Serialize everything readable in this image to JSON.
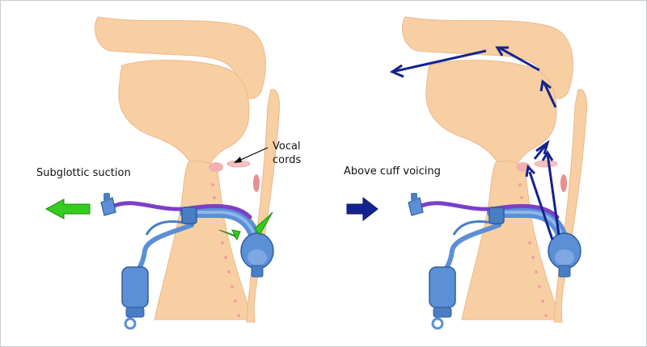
{
  "labels": {
    "vocal_cords": [
      "Vocal",
      "cords"
    ],
    "subglottic_suction": "Subglottic suction",
    "above_cuff_voicing": "Above cuff voicing"
  },
  "panels": [
    {
      "name": "subglottic-suction",
      "arrow_color": "#33cc1f"
    },
    {
      "name": "above-cuff-voicing",
      "arrow_color": "#13238f"
    }
  ],
  "colors": {
    "tissue": "#f8cfa3",
    "tissue_stroke": "#e9b98c",
    "tube": "#5b8fd6",
    "suction_line": "#7b3fc9",
    "vocal_cords": "#f2b0b0",
    "cartilage": "#e98f8f"
  }
}
